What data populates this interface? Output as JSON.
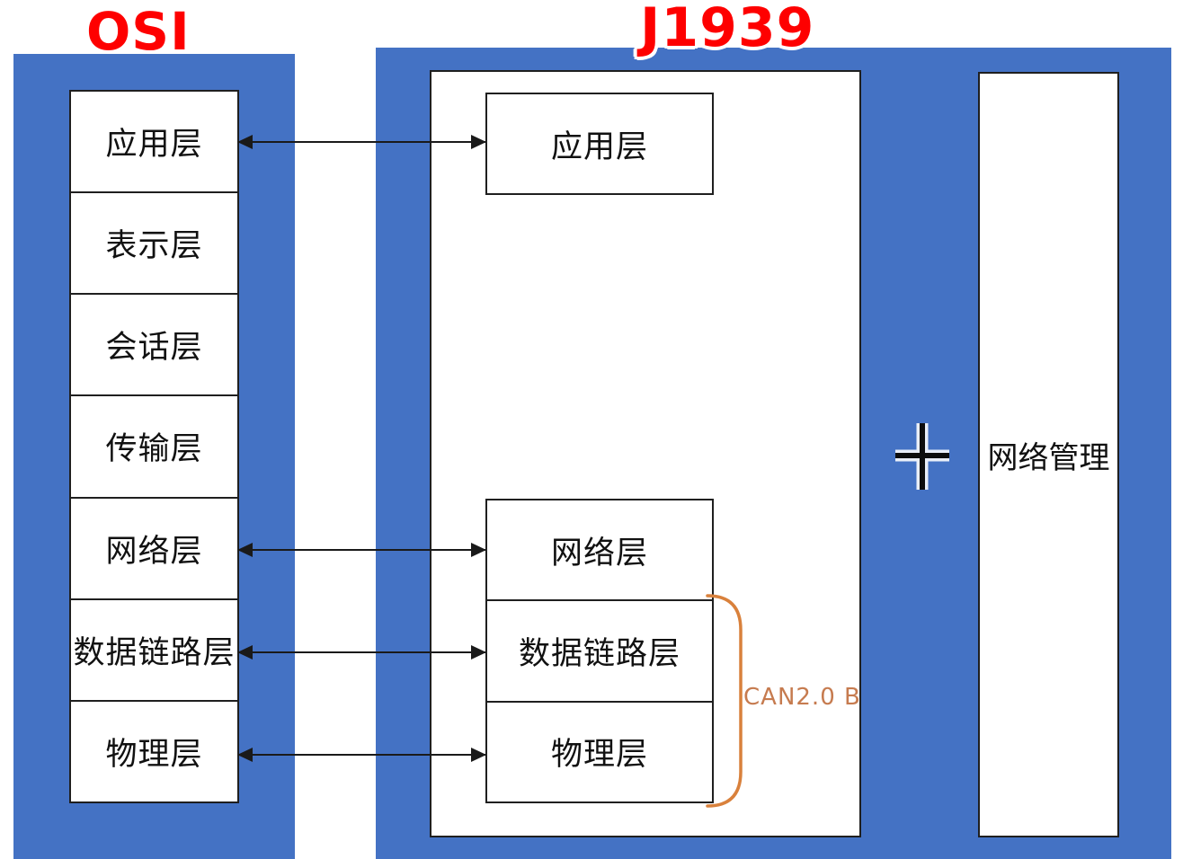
{
  "titles": {
    "osi": "OSI",
    "j1939": "J1939"
  },
  "osi": {
    "layers": [
      "应用层",
      "表示层",
      "会话层",
      "传输层",
      "网络层",
      "数据链路层",
      "物理层"
    ]
  },
  "j1939": {
    "application": "应用层",
    "stack": [
      "网络层",
      "数据链路层",
      "物理层"
    ],
    "bracket_label": "CAN2.0 B"
  },
  "network_management": {
    "label": "网络管理"
  },
  "icons": {
    "plus_icon": "plus"
  },
  "colors": {
    "panel_blue": "#4472C4",
    "title_red": "#FE0000",
    "bracket_orange": "#D9813C",
    "bracket_text_orange": "#C67B4F",
    "line_black": "#1A1A1A"
  }
}
